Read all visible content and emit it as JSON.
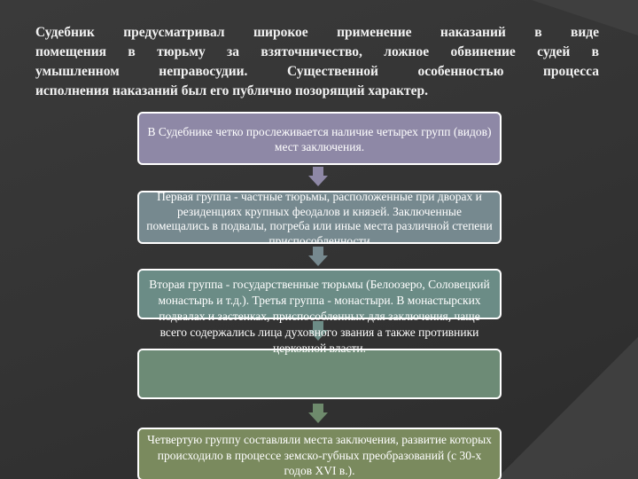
{
  "intro_lines": [
    "Судебник предусматривал широкое применение наказаний в виде",
    "помещения в тюрьму за взяточничество, ложное обвинение судей в",
    "умышленном неправосудии. Существенной особенностью процесса",
    "исполнения наказаний был его публично позорящий характер."
  ],
  "boxes": [
    {
      "text": "В Судебнике четко прослеживается наличие четырех групп (видов) мест заключения.",
      "color": "#8e88a6"
    },
    {
      "text": "Первая группа - частные тюрьмы, расположенные при дворах и резиденциях крупных феодалов и князей. Заключенные помещались в подвалы, погреба или иные места различной степени приспособленности",
      "color": "#76898f"
    },
    {
      "text": "Вторая группа - государственные тюрьмы (Белоозеро, Соловецкий монастырь и т.д.). Третья группа - монастыри. В монастырских подвалах и застенках, приспособленных для заключения, чаще всего содержались лица духовного звания а также противники церковной власти.",
      "color": "#6b8c86"
    },
    {
      "text": "",
      "color": "#6d8b76"
    },
    {
      "text": "Четвертую группу составляли места заключения, развитие которых происходило в процессе земско-губных преобразований (с 30-х годов XVI в.).",
      "color": "#7a8a5e"
    }
  ],
  "arrow_colors": [
    "#8e88a6",
    "#76898f",
    "#6c8c86",
    "#6e8a6c"
  ]
}
